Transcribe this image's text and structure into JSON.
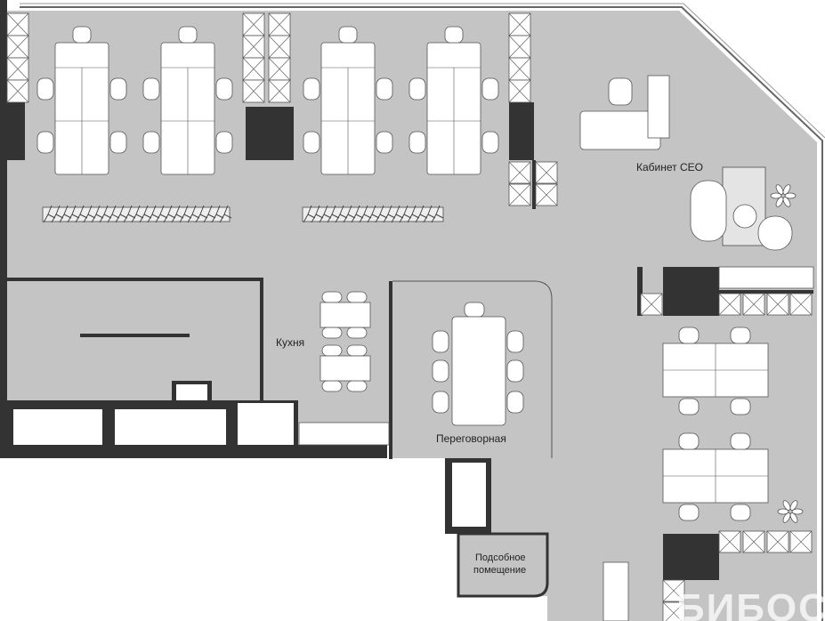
{
  "plan": {
    "rooms": {
      "ceo_office": "Кабинет CEO",
      "kitchen": "Кухня",
      "meeting_room": "Переговорная",
      "utility_room_line1": "Подсобное",
      "utility_room_line2": "помещение"
    },
    "watermark": "БИБОСС",
    "colors": {
      "floor": "#c4c4c4",
      "wall": "#333333",
      "furniture": "#ffffff"
    }
  }
}
